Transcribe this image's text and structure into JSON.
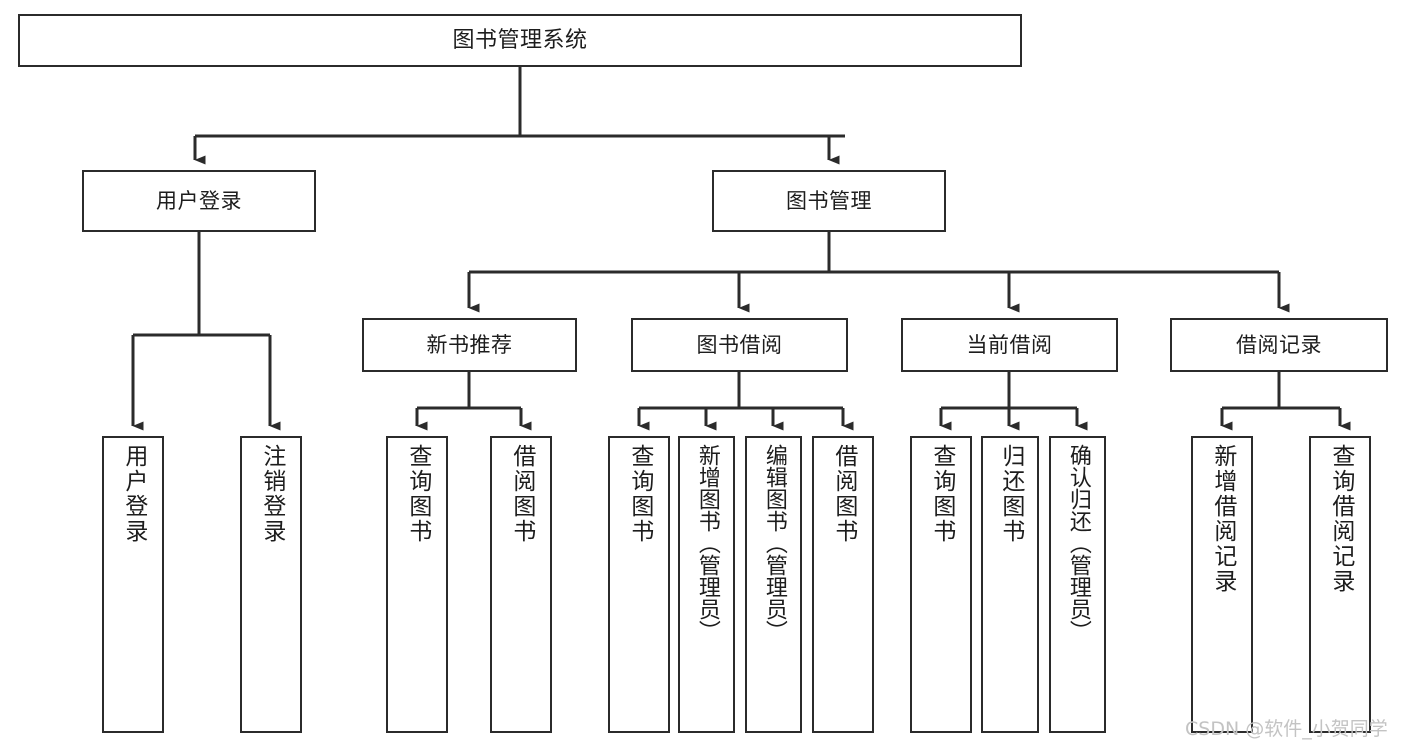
{
  "diagram": {
    "title": "图书管理系统",
    "type": "tree-flowchart",
    "orientation": "top-down",
    "colors": {
      "box_border": "#2b2b2b",
      "box_fill": "#ffffff",
      "edge": "#2b2b2b",
      "text": "#1d1d1d",
      "watermark": "#c3c3c3",
      "background": "#ffffff"
    }
  },
  "watermark": {
    "text": "CSDN @软件_小贺同学"
  },
  "nodes": {
    "root": {
      "label": "图书管理系统"
    },
    "tier1": [
      {
        "id": "user-login",
        "label": "用户登录"
      },
      {
        "id": "book-management",
        "label": "图书管理"
      }
    ],
    "tier2": [
      {
        "id": "new-book-recommend",
        "label": "新书推荐"
      },
      {
        "id": "book-borrow",
        "label": "图书借阅"
      },
      {
        "id": "current-borrow",
        "label": "当前借阅"
      },
      {
        "id": "borrow-record",
        "label": "借阅记录"
      }
    ],
    "leaves": {
      "user_login": [
        {
          "id": "leaf-user-login",
          "label": "用户登录"
        },
        {
          "id": "leaf-user-logout",
          "label": "注销登录"
        }
      ],
      "new_book_recommend": [
        {
          "id": "leaf-query-book-1",
          "label": "查询图书"
        },
        {
          "id": "leaf-borrow-book-1",
          "label": "借阅图书"
        }
      ],
      "book_borrow": [
        {
          "id": "leaf-query-book-2",
          "label": "查询图书"
        },
        {
          "id": "leaf-add-book",
          "label": "新增图书（管理员）"
        },
        {
          "id": "leaf-edit-book",
          "label": "编辑图书（管理员）"
        },
        {
          "id": "leaf-borrow-book-2",
          "label": "借阅图书"
        }
      ],
      "current_borrow": [
        {
          "id": "leaf-query-book-3",
          "label": "查询图书"
        },
        {
          "id": "leaf-return-book",
          "label": "归还图书"
        },
        {
          "id": "leaf-confirm-return",
          "label": "确认归还（管理员）"
        }
      ],
      "borrow_record": [
        {
          "id": "leaf-add-record",
          "label": "新增借阅记录"
        },
        {
          "id": "leaf-query-record",
          "label": "查询借阅记录"
        }
      ]
    }
  },
  "edges": [
    {
      "from": "图书管理系统",
      "to": "用户登录"
    },
    {
      "from": "图书管理系统",
      "to": "图书管理"
    },
    {
      "from": "用户登录",
      "to": "用户登录"
    },
    {
      "from": "用户登录",
      "to": "注销登录"
    },
    {
      "from": "图书管理",
      "to": "新书推荐"
    },
    {
      "from": "图书管理",
      "to": "图书借阅"
    },
    {
      "from": "图书管理",
      "to": "当前借阅"
    },
    {
      "from": "图书管理",
      "to": "借阅记录"
    },
    {
      "from": "新书推荐",
      "to": "查询图书"
    },
    {
      "from": "新书推荐",
      "to": "借阅图书"
    },
    {
      "from": "图书借阅",
      "to": "查询图书"
    },
    {
      "from": "图书借阅",
      "to": "新增图书（管理员）"
    },
    {
      "from": "图书借阅",
      "to": "编辑图书（管理员）"
    },
    {
      "from": "图书借阅",
      "to": "借阅图书"
    },
    {
      "from": "当前借阅",
      "to": "查询图书"
    },
    {
      "from": "当前借阅",
      "to": "归还图书"
    },
    {
      "from": "当前借阅",
      "to": "确认归还（管理员）"
    },
    {
      "from": "借阅记录",
      "to": "新增借阅记录"
    },
    {
      "from": "借阅记录",
      "to": "查询借阅记录"
    }
  ]
}
